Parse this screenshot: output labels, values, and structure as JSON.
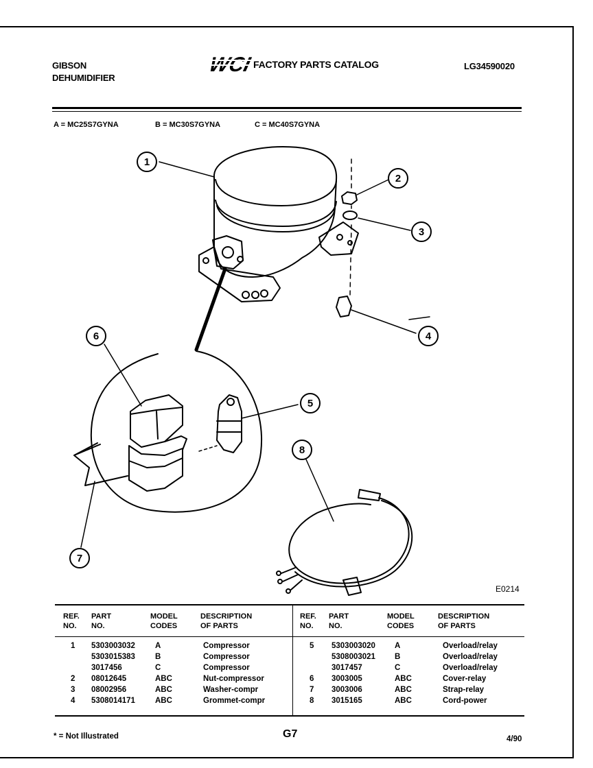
{
  "header": {
    "brand_line1": "GIBSON",
    "brand_line2": "DEHUMIDIFIER",
    "logo_text": "WCI",
    "catalog_title": "FACTORY PARTS CATALOG",
    "catalog_number": "LG34590020"
  },
  "models": {
    "a": "A = MC25S7GYNA",
    "b": "B = MC30S7GYNA",
    "c": "C = MC40S7GYNA"
  },
  "diagram": {
    "callouts": [
      "1",
      "2",
      "3",
      "4",
      "5",
      "6",
      "7",
      "8"
    ],
    "code": "E0214"
  },
  "table": {
    "headers": {
      "ref_l1": "REF.",
      "ref_l2": "NO.",
      "part_l1": "PART",
      "part_l2": "NO.",
      "model_l1": "MODEL",
      "model_l2": "CODES",
      "desc_l1": "DESCRIPTION",
      "desc_l2": "OF PARTS"
    },
    "left_rows": [
      {
        "ref": "1",
        "part": "5303003032",
        "model": "A",
        "desc": "Compressor"
      },
      {
        "ref": "",
        "part": "5303015383",
        "model": "B",
        "desc": "Compressor"
      },
      {
        "ref": "",
        "part": "3017456",
        "model": "C",
        "desc": "Compressor"
      },
      {
        "ref": "2",
        "part": "08012645",
        "model": "ABC",
        "desc": "Nut-compressor"
      },
      {
        "ref": "3",
        "part": "08002956",
        "model": "ABC",
        "desc": "Washer-compr"
      },
      {
        "ref": "4",
        "part": "5308014171",
        "model": "ABC",
        "desc": "Grommet-compr"
      }
    ],
    "right_rows": [
      {
        "ref": "5",
        "part": "5303003020",
        "model": "A",
        "desc": "Overload/relay"
      },
      {
        "ref": "",
        "part": "5308003021",
        "model": "B",
        "desc": "Overload/relay"
      },
      {
        "ref": "",
        "part": "3017457",
        "model": "C",
        "desc": "Overload/relay"
      },
      {
        "ref": "6",
        "part": "3003005",
        "model": "ABC",
        "desc": "Cover-relay"
      },
      {
        "ref": "7",
        "part": "3003006",
        "model": "ABC",
        "desc": "Strap-relay"
      },
      {
        "ref": "8",
        "part": "3015165",
        "model": "ABC",
        "desc": "Cord-power"
      }
    ]
  },
  "footer": {
    "note": "* = Not Illustrated",
    "page": "G7",
    "date": "4/90"
  }
}
